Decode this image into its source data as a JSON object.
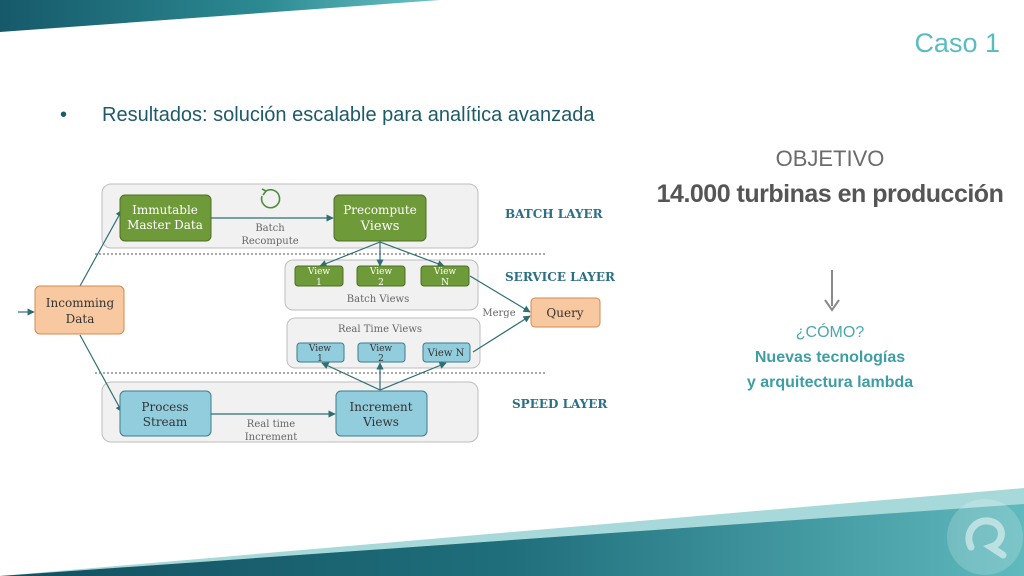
{
  "slide": {
    "title": "Caso 1",
    "bullet_symbol": "•",
    "bullet_text": "Resultados: solución escalable para analítica avanzada"
  },
  "objective": {
    "label": "OBJETIVO",
    "value": "14.000 turbinas en producción",
    "question": "¿CÓMO?",
    "answer_line1": "Nuevas tecnologías",
    "answer_line2": "y arquitectura lambda"
  },
  "diagram": {
    "layers": {
      "batch": "BATCH LAYER",
      "service": "SERVICE LAYER",
      "speed": "SPEED LAYER"
    },
    "nodes": {
      "incoming_1": "Incomming",
      "incoming_2": "Data",
      "immutable_1": "Immutable",
      "immutable_2": "Master Data",
      "precompute_1": "Precompute",
      "precompute_2": "Views",
      "process_1": "Process",
      "process_2": "Stream",
      "increment_1": "Increment",
      "increment_2": "Views",
      "query": "Query",
      "batch_view1_a": "View",
      "batch_view1_b": "1",
      "batch_view2_a": "View",
      "batch_view2_b": "2",
      "batch_viewN_a": "View",
      "batch_viewN_b": "N",
      "rt_view1_a": "View",
      "rt_view1_b": "1",
      "rt_view2_a": "View",
      "rt_view2_b": "2",
      "rt_viewN": "View N"
    },
    "labels": {
      "batch_recompute_1": "Batch",
      "batch_recompute_2": "Recompute",
      "batch_views": "Batch Views",
      "real_time_views": "Real Time Views",
      "merge": "Merge",
      "real_time_increment_1": "Real time",
      "real_time_increment_2": "Increment"
    }
  },
  "colors": {
    "accent": "#5bbcc0",
    "dark_teal": "#1d5a6a",
    "green_box": "#6f9a3a",
    "blue_box": "#92cddd",
    "orange_box": "#f8c9a0"
  }
}
